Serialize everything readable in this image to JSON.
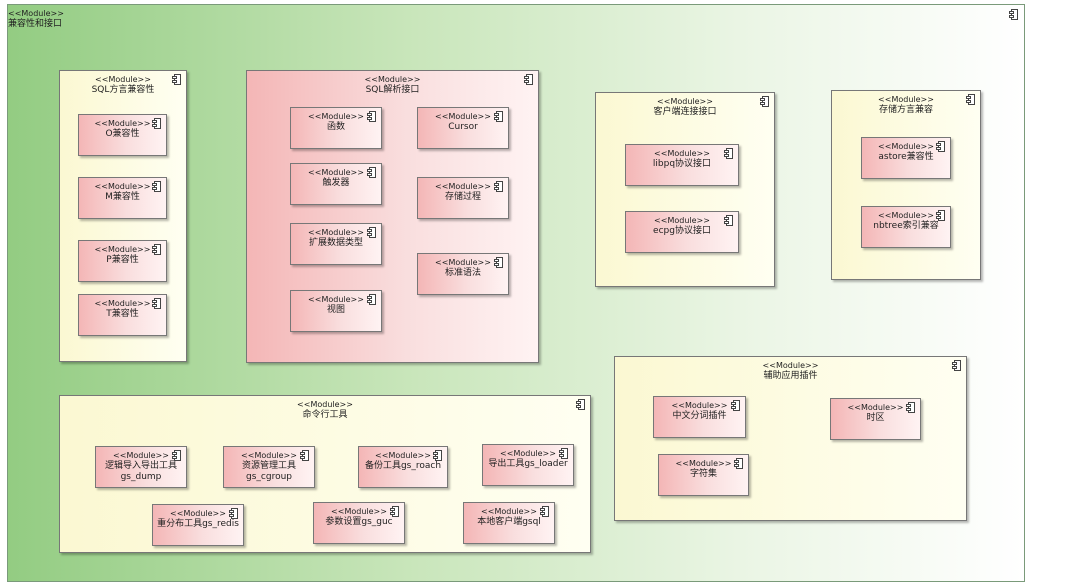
{
  "stereotype": "<<Module>>",
  "icon": "component-icon",
  "colors": {
    "frame_left": "#93cc82",
    "yellow": "#fbf8d2",
    "pink": "#f4b6b6",
    "border": "#777777"
  },
  "diagram": {
    "root": "兼容性和接口",
    "sql_dialect": {
      "title": "SQL方言兼容性",
      "items": [
        "O兼容性",
        "M兼容性",
        "P兼容性",
        "T兼容性"
      ]
    },
    "sql_parse": {
      "title": "SQL解析接口",
      "items": [
        "函数",
        "Cursor",
        "触发器",
        "存储过程",
        "扩展数据类型",
        "标准语法",
        "视图"
      ]
    },
    "client": {
      "title": "客户端连接接口",
      "items": [
        "libpq协议接口",
        "ecpg协议接口"
      ]
    },
    "storage": {
      "title": "存储方言兼容",
      "items": [
        "astore兼容性",
        "nbtree索引兼容"
      ]
    },
    "aux": {
      "title": "辅助应用插件",
      "items": [
        "中文分词插件",
        "时区",
        "字符集"
      ]
    },
    "cli": {
      "title": "命令行工具",
      "items": [
        {
          "line1": "逻辑导入导出工具",
          "line2": "gs_dump"
        },
        {
          "line1": "资源管理工具",
          "line2": "gs_cgroup"
        },
        {
          "line1": "备份工具gs_roach",
          "line2": ""
        },
        {
          "line1": "导出工具gs_loader",
          "line2": ""
        },
        {
          "line1": "重分布工具gs_redis",
          "line2": ""
        },
        {
          "line1": "参数设置gs_guc",
          "line2": ""
        },
        {
          "line1": "本地客户端gsql",
          "line2": ""
        }
      ]
    }
  }
}
